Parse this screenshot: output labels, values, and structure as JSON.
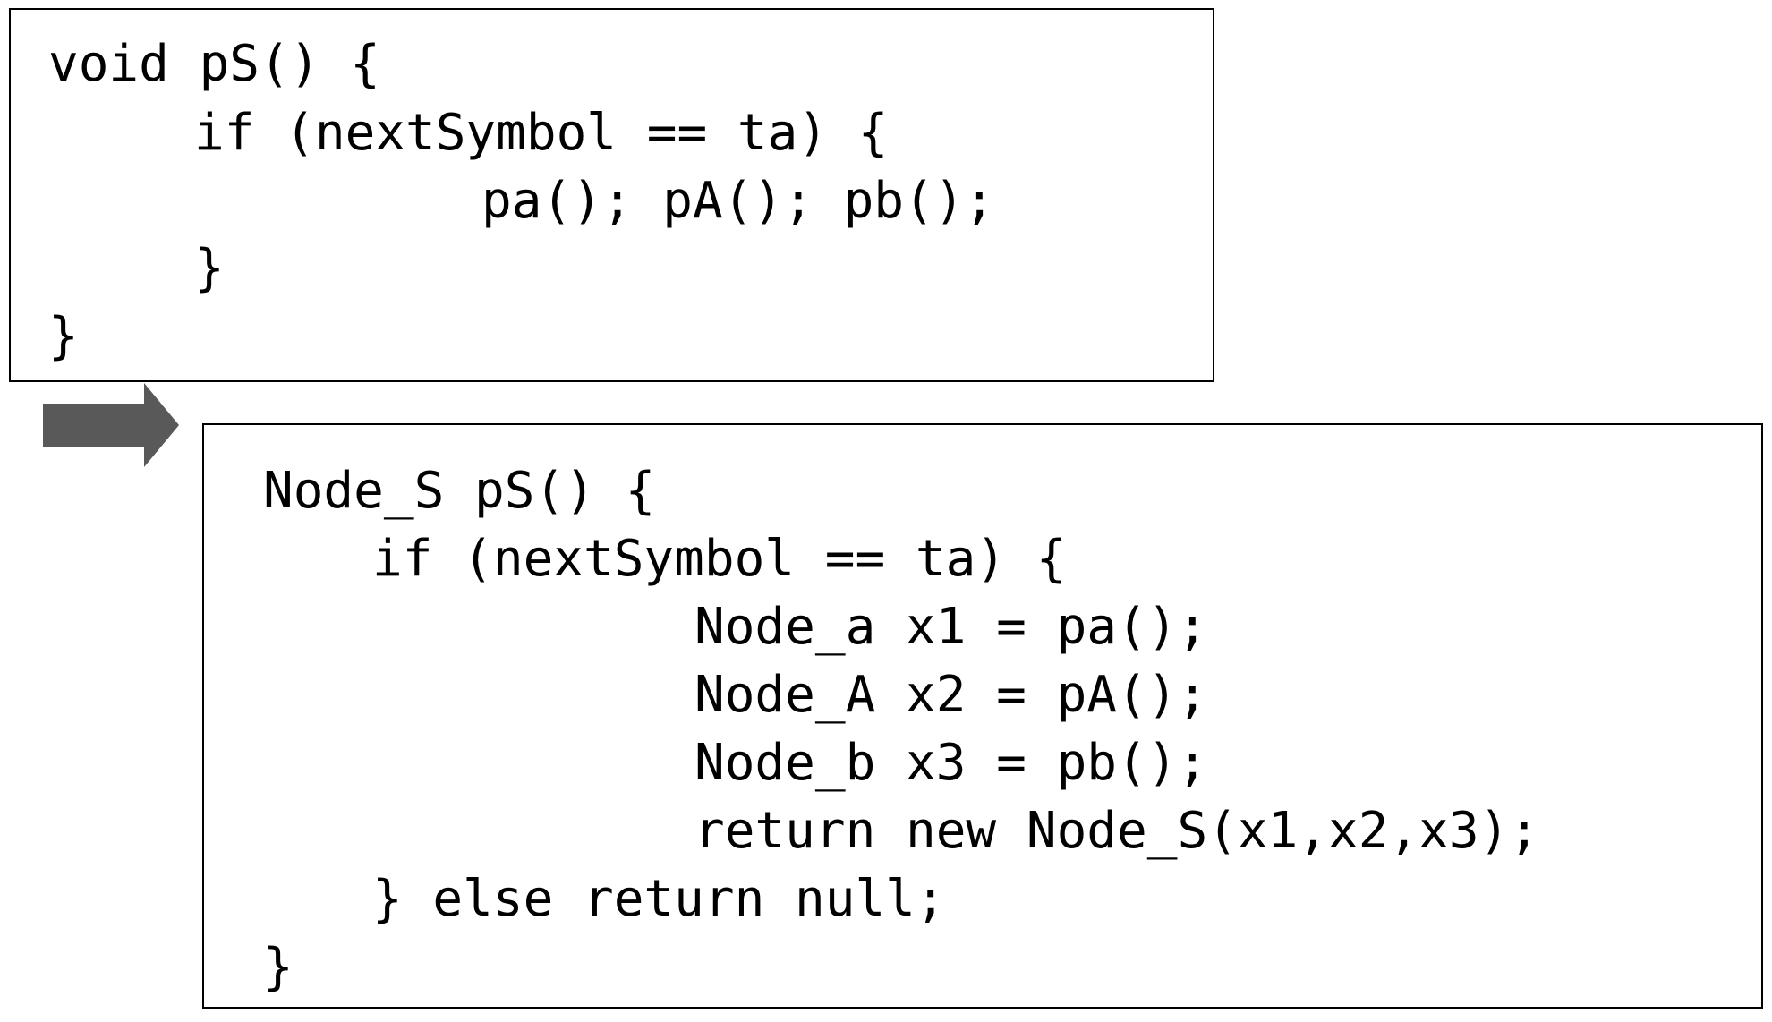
{
  "original_code": {
    "lines": [
      "void pS() {",
      "if (nextSymbol == ta) {",
      "pa(); pA(); pb();",
      "}",
      "}"
    ]
  },
  "transformed_code": {
    "lines": [
      "Node_S pS() {",
      "if (nextSymbol == ta) {",
      "Node_a x1 = pa();",
      "Node_A x2 = pA();",
      "Node_b x3 = pb();",
      "return new Node_S(x1,x2,x3);",
      "} else return null;",
      "}"
    ]
  },
  "colors": {
    "arrow": "#595959",
    "border": "#000000",
    "text": "#000000"
  },
  "icons": {
    "arrow": "right-arrow-icon"
  }
}
